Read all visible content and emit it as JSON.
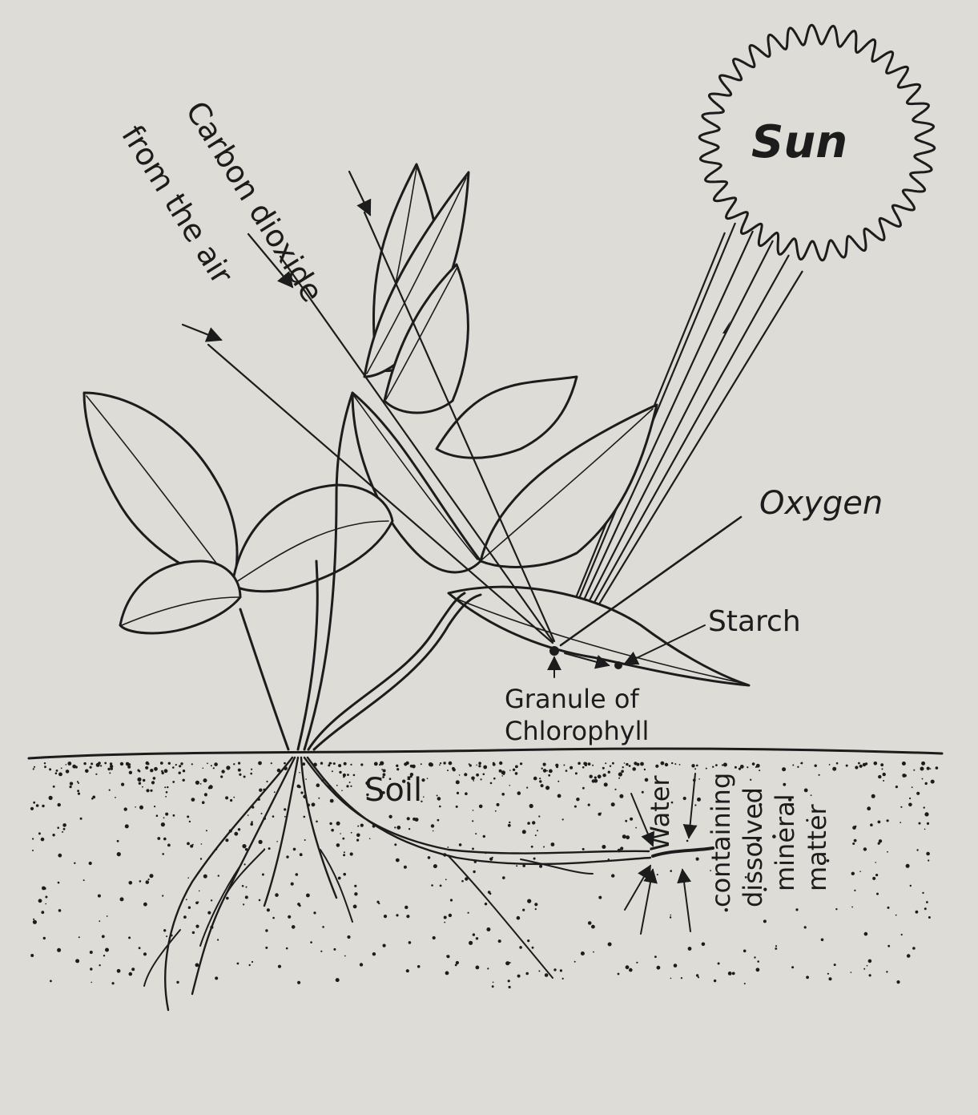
{
  "labels": {
    "sun": "Sun",
    "carbon_dioxide": "Carbon dioxide",
    "from_the_air": "from the air",
    "oxygen": "Oxygen",
    "starch": "Starch",
    "granule_line1": "Granule of",
    "granule_line2": "Chlorophyll",
    "soil": "Soil",
    "water": "Water",
    "containing": "containing",
    "dissolved": "dissolved",
    "mineral": "mineral",
    "matter": "matter"
  },
  "colors": {
    "paper": "#dddcd6",
    "ink": "#1c1c1c"
  }
}
